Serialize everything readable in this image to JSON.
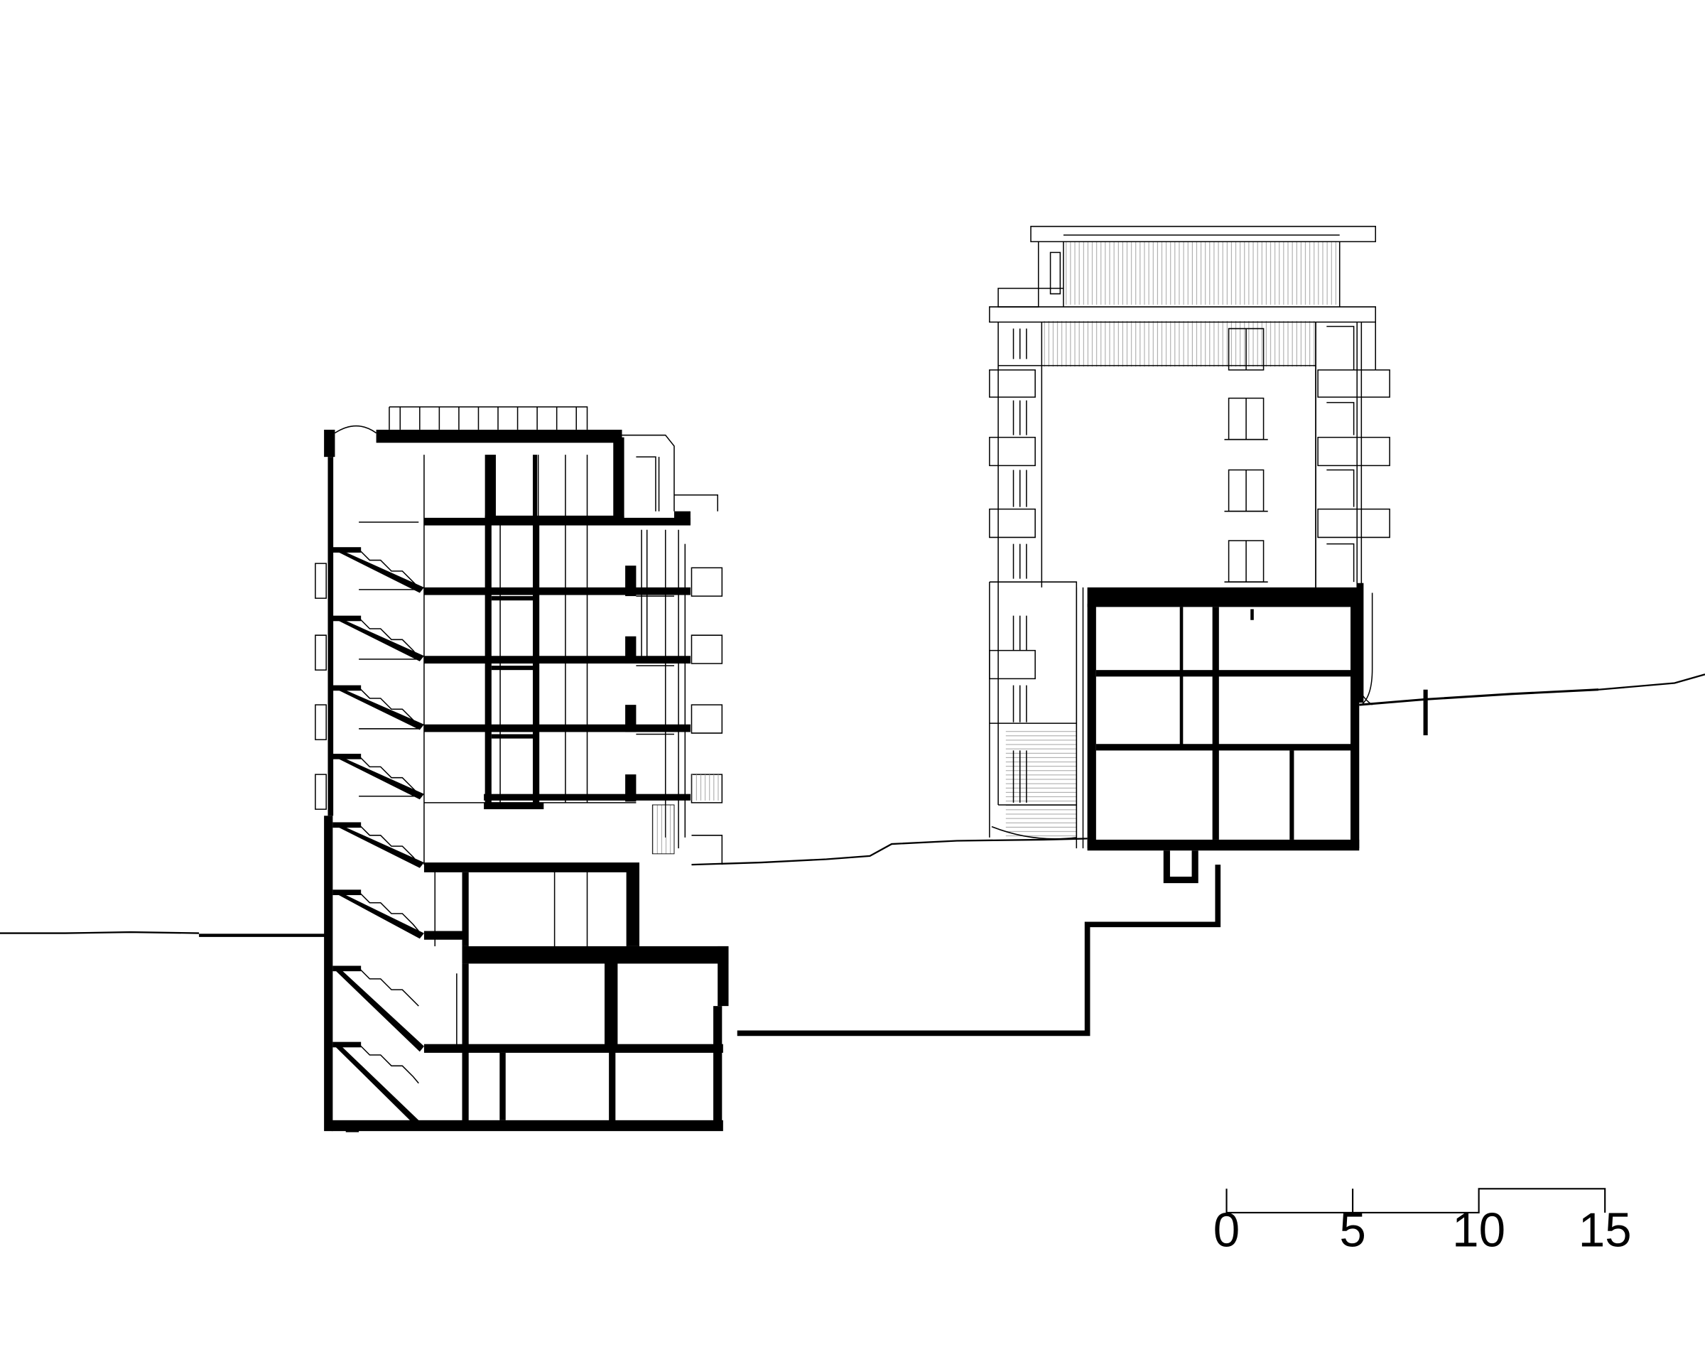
{
  "drawing": {
    "colors": {
      "ink": "#000000",
      "paper": "#ffffff",
      "hatch": "#9a9a9a"
    }
  },
  "scale_bar": {
    "labels": [
      "0",
      "5",
      "10",
      "15"
    ]
  }
}
